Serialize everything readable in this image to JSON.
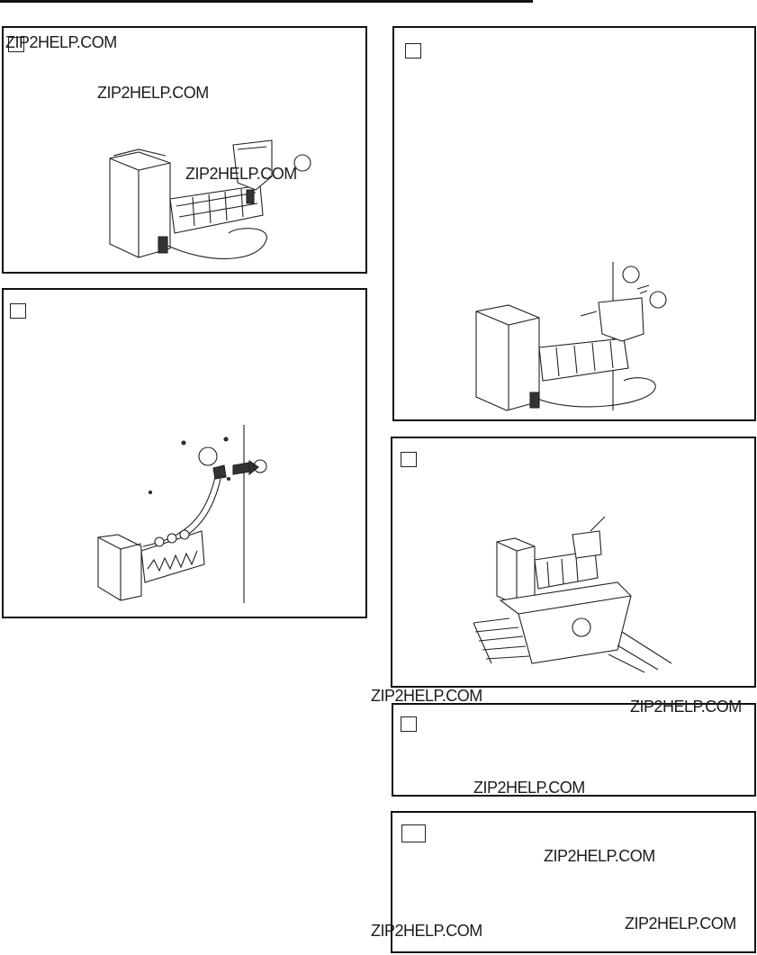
{
  "watermark": "ZIP2HELP.COM",
  "panels": [
    "step-1",
    "step-2",
    "step-3",
    "step-4",
    "step-5",
    "step-6"
  ]
}
